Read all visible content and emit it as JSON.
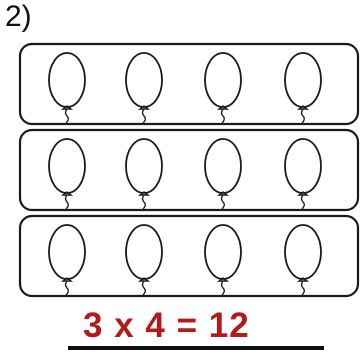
{
  "problem": {
    "number_label": "2)"
  },
  "picture": {
    "groups": 3,
    "balloons_per_group": 4,
    "ink_color": "#1a1a1a",
    "equation_color": "#b31b1b"
  },
  "answer": {
    "equation": "3 x 4 = 12"
  }
}
